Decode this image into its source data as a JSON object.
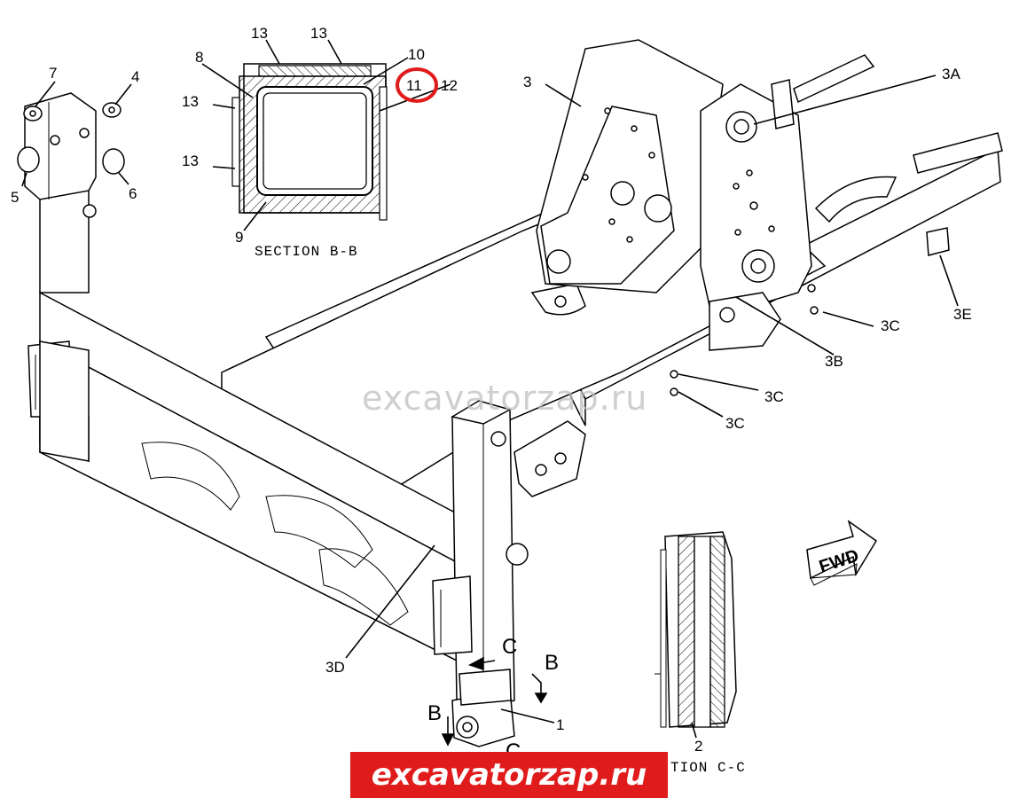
{
  "labels": {
    "l1": "1",
    "l2": "2",
    "l3": "3",
    "l3a": "3A",
    "l3b": "3B",
    "l3c_1": "3C",
    "l3c_2": "3C",
    "l3c_3": "3C",
    "l3d": "3D",
    "l3e": "3E",
    "l4": "4",
    "l5": "5",
    "l6": "6",
    "l7": "7",
    "l8": "8",
    "l9": "9",
    "l10": "10",
    "l11": "11",
    "l12": "12",
    "l13_1": "13",
    "l13_2": "13",
    "l13_3": "13",
    "l13_4": "13",
    "section_b": "SECTION B-B",
    "section_c": "TION C-C",
    "cut_c_top": "C",
    "cut_c_bottom": "C",
    "cut_b_left": "B",
    "cut_b_right": "B",
    "fwd": "FWD"
  },
  "watermark": "excavatorzap.ru",
  "banner": "excavatorzap.ru",
  "colors": {
    "highlight_circle": "#e01b1b",
    "banner_bg": "#e01b1b",
    "banner_text": "#ffffff"
  }
}
